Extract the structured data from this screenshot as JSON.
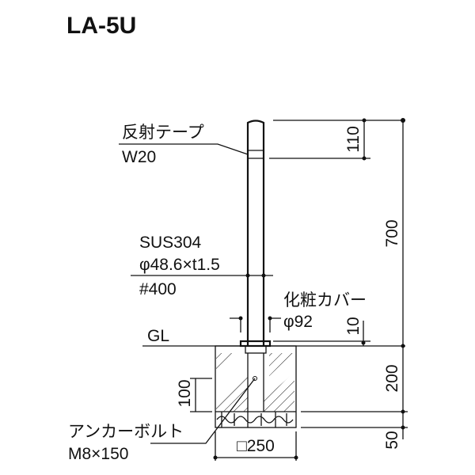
{
  "title": "LA-5U",
  "labels": {
    "tape": "反射テープ",
    "tape_width": "W20",
    "material": "SUS304",
    "pipe": "φ48.6×t1.5",
    "finish": "#400",
    "cover": "化粧カバー",
    "cover_dia": "φ92",
    "ground": "GL",
    "anchor": "アンカーボルト",
    "anchor_size": "M8×150",
    "foundation": "□250"
  },
  "dimensions": {
    "total_height": "700",
    "tape_offset": "110",
    "cover_height": "10",
    "foundation_depth": "200",
    "gravel_depth": "50",
    "anchor_depth": "100"
  }
}
